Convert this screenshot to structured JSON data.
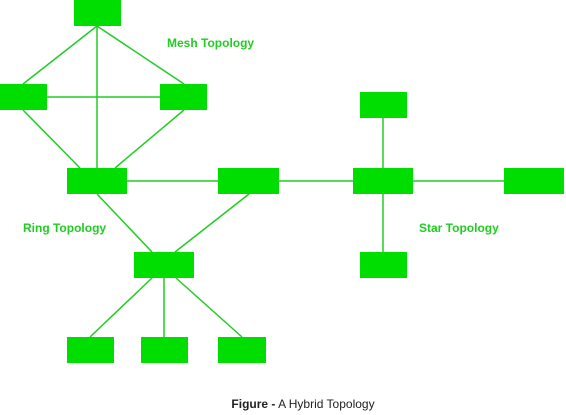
{
  "diagram": {
    "labels": {
      "mesh": "Mesh Topology",
      "ring": "Ring Topology",
      "star": "Star Topology"
    },
    "node_color": "#00dd00",
    "link_color": "#22cc22",
    "label_color": "#22cc22"
  },
  "caption": {
    "prefix": "Figure -",
    "text": "A Hybrid Topology"
  }
}
